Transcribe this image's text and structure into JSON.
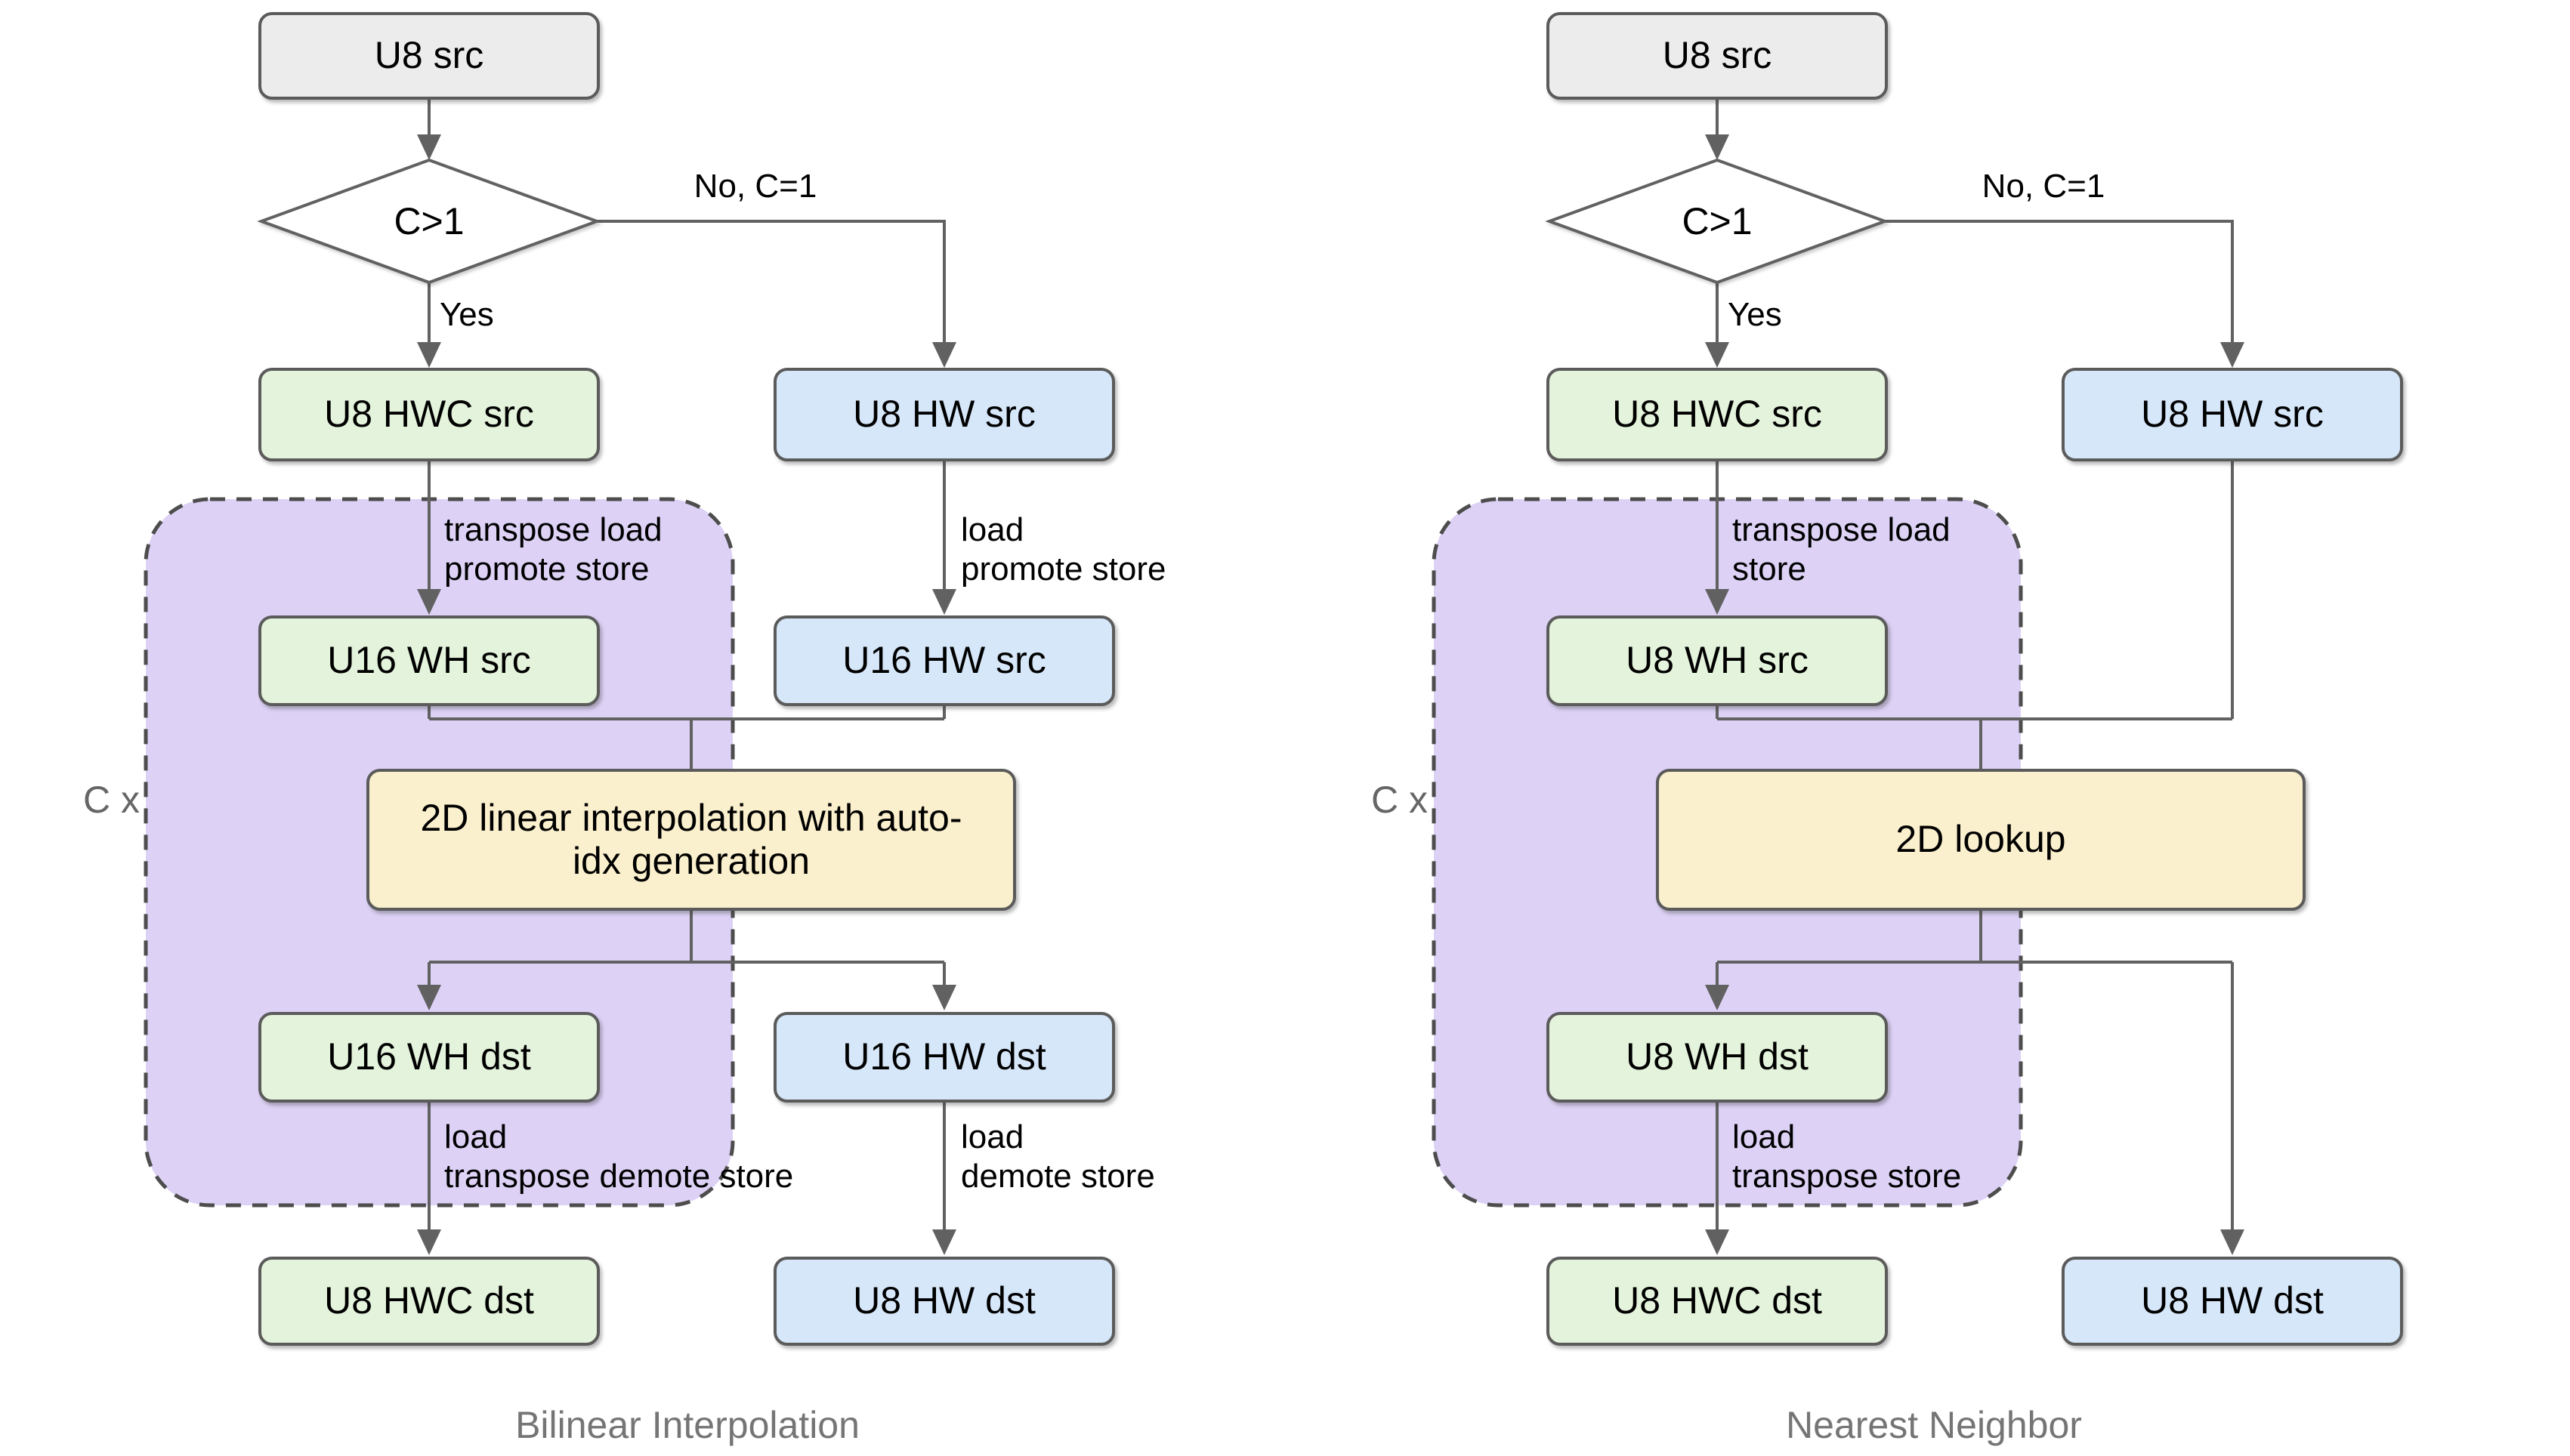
{
  "colors": {
    "node_border": "#5b5b5b",
    "connector": "#616161",
    "gray_fill": "#ececec",
    "green_fill": "#e4f3db",
    "blue_fill": "#d6e7f9",
    "yellow_fill": "#fbf0cd",
    "purple_fill": "#ddd2f6",
    "caption_text": "#757575",
    "loop_label_text": "#666666"
  },
  "charts": [
    {
      "caption": "Bilinear Interpolation",
      "loop_label": "C x",
      "decision_label": "C>1",
      "branch_yes": "Yes",
      "branch_no": "No, C=1",
      "nodes": {
        "src": "U8 src",
        "hwc_src": "U8 HWC src",
        "hw_src": "U8 HW src",
        "wh_src": "U16 WH src",
        "hw_src16": "U16 HW src",
        "op": "2D linear interpolation with auto-idx generation",
        "wh_dst": "U16 WH dst",
        "hw_dst16": "U16 HW dst",
        "hwc_dst": "U8 HWC dst",
        "hw_dst": "U8 HW dst"
      },
      "edge_labels": {
        "hwc_to_wh": [
          "transpose load",
          "promote store"
        ],
        "hw_to_hw16": [
          "load",
          "promote store"
        ],
        "wh_to_hwc": [
          "load",
          "transpose demote store"
        ],
        "hw16_to_hw": [
          "load",
          "demote store"
        ]
      }
    },
    {
      "caption": "Nearest Neighbor",
      "loop_label": "C x",
      "decision_label": "C>1",
      "branch_yes": "Yes",
      "branch_no": "No, C=1",
      "nodes": {
        "src": "U8 src",
        "hwc_src": "U8 HWC src",
        "hw_src": "U8 HW src",
        "wh_src": "U8 WH src",
        "op": "2D lookup",
        "wh_dst": "U8 WH dst",
        "hwc_dst": "U8 HWC dst",
        "hw_dst": "U8 HW dst"
      },
      "edge_labels": {
        "hwc_to_wh": [
          "transpose load",
          "store"
        ],
        "wh_to_hwc": [
          "load",
          "transpose store"
        ]
      }
    }
  ]
}
